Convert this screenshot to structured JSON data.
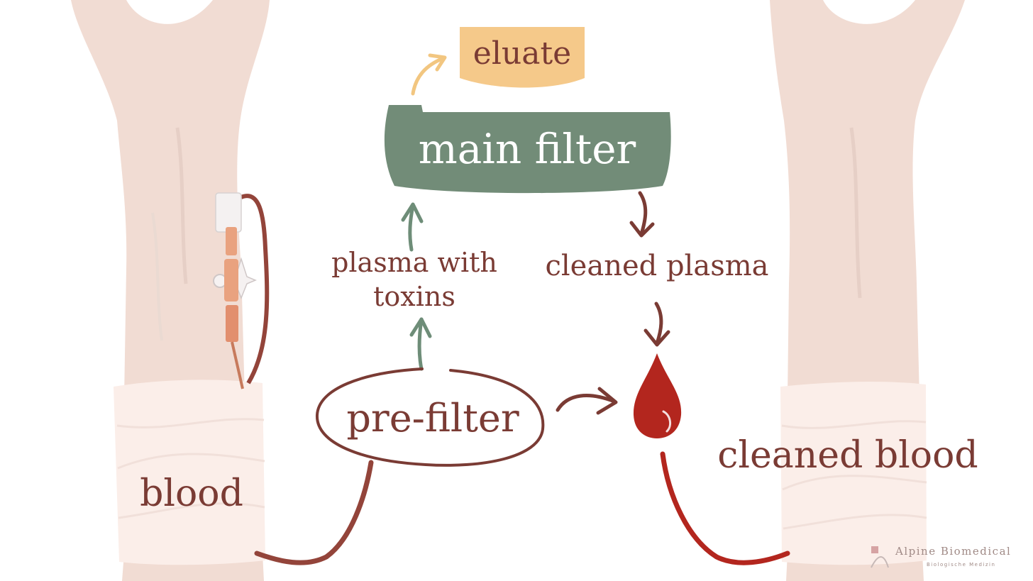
{
  "labels": {
    "eluate": "eluate",
    "main_filter": "main filter",
    "plasma_with_toxins": "plasma with\ntoxins",
    "cleaned_plasma": "cleaned plasma",
    "pre_filter": "pre-filter",
    "blood": "blood",
    "cleaned_blood": "cleaned blood"
  },
  "logo": {
    "title": "Alpine Biomedical",
    "subtitle": "Biologische Medizin"
  },
  "colors": {
    "skin": "#f1dcd3",
    "bandage": "#fbeee9",
    "eluate_box": "#f5c98a",
    "main_filter_box": "#728c78",
    "green_arrow": "#6e8d78",
    "eluate_arrow": "#f2c680",
    "brown_text": "#7a3b34",
    "tube": "#93443a",
    "blood_drop": "#b3261e"
  }
}
